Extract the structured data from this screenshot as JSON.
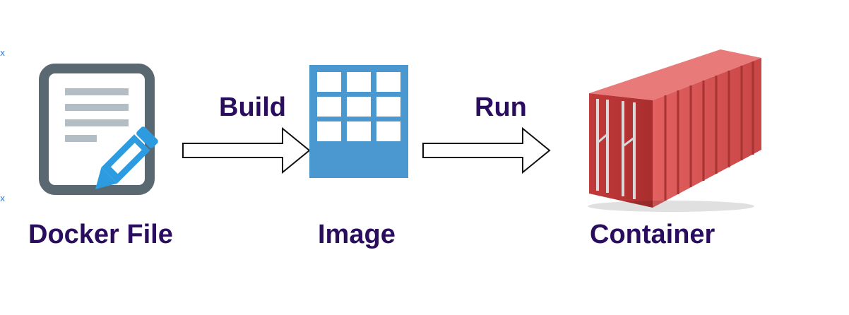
{
  "nodes": {
    "dockerfile": {
      "label": "Docker File",
      "icon": "document-edit-icon"
    },
    "image": {
      "label": "Image",
      "icon": "grid-image-icon"
    },
    "container": {
      "label": "Container",
      "icon": "shipping-container-icon"
    }
  },
  "edges": {
    "build": {
      "label": "Build",
      "from": "dockerfile",
      "to": "image"
    },
    "run": {
      "label": "Run",
      "from": "image",
      "to": "container"
    }
  },
  "colors": {
    "label_text": "#2a0d5e",
    "document_frame": "#5a6872",
    "document_lines": "#b3bec4",
    "pencil": "#2d9be0",
    "image_blue": "#4a98cf",
    "container_red": "#d94b4b",
    "arrow_stroke": "#111111"
  },
  "edge_marks": [
    "x",
    "x"
  ]
}
